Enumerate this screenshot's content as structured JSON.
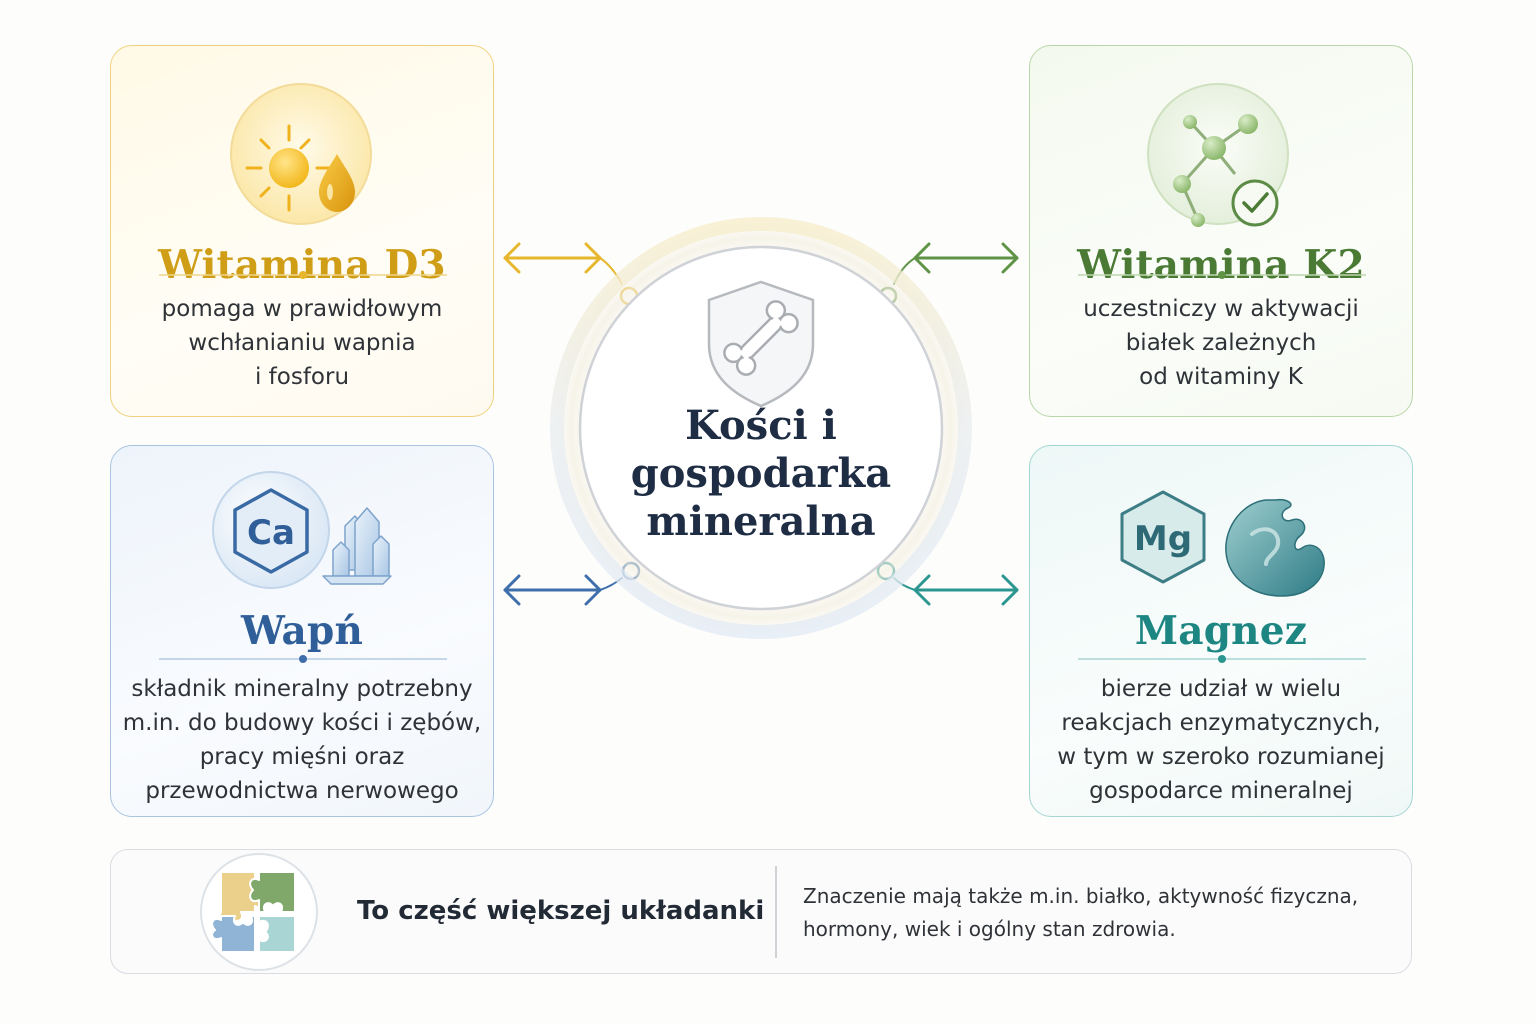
{
  "center": {
    "title_lines": [
      "Kości i",
      "gospodarka",
      "mineralna"
    ]
  },
  "cards": {
    "d3": {
      "title": "Witamina D3",
      "desc_lines": [
        "pomaga w prawidłowym",
        "wchłanianiu wapnia",
        "i fosforu"
      ],
      "accent": "#cf9d16",
      "icon": "sun-and-drop-icon"
    },
    "k2": {
      "title": "Witamina K2",
      "desc_lines": [
        "uczestniczy w aktywacji",
        "białek zależnych",
        "od witaminy K"
      ],
      "accent": "#4a7a33",
      "icon": "molecule-check-icon"
    },
    "ca": {
      "title": "Wapń",
      "symbol": "Ca",
      "desc_lines": [
        "składnik mineralny potrzebny",
        "m.in. do budowy kości i zębów,",
        "pracy mięśni oraz",
        "przewodnictwa nerwowego"
      ],
      "accent": "#2f5e98",
      "icon": "calcium-crystal-icon"
    },
    "mg": {
      "title": "Magnez",
      "symbol": "Mg",
      "desc_lines": [
        "bierze udział w wielu",
        "reakcjach enzymatycznych,",
        "w tym w szeroko rozumianej",
        "gospodarce mineralnej"
      ],
      "accent": "#1e8682",
      "icon": "magnesium-enzyme-icon"
    }
  },
  "bottom": {
    "title": "To część większej układanki",
    "text_lines": [
      "Znaczenie mają także m.in. białko, aktywność fizyczna,",
      "hormony, wiek i ogólny stan zdrowia."
    ],
    "icon": "puzzle-icon"
  }
}
